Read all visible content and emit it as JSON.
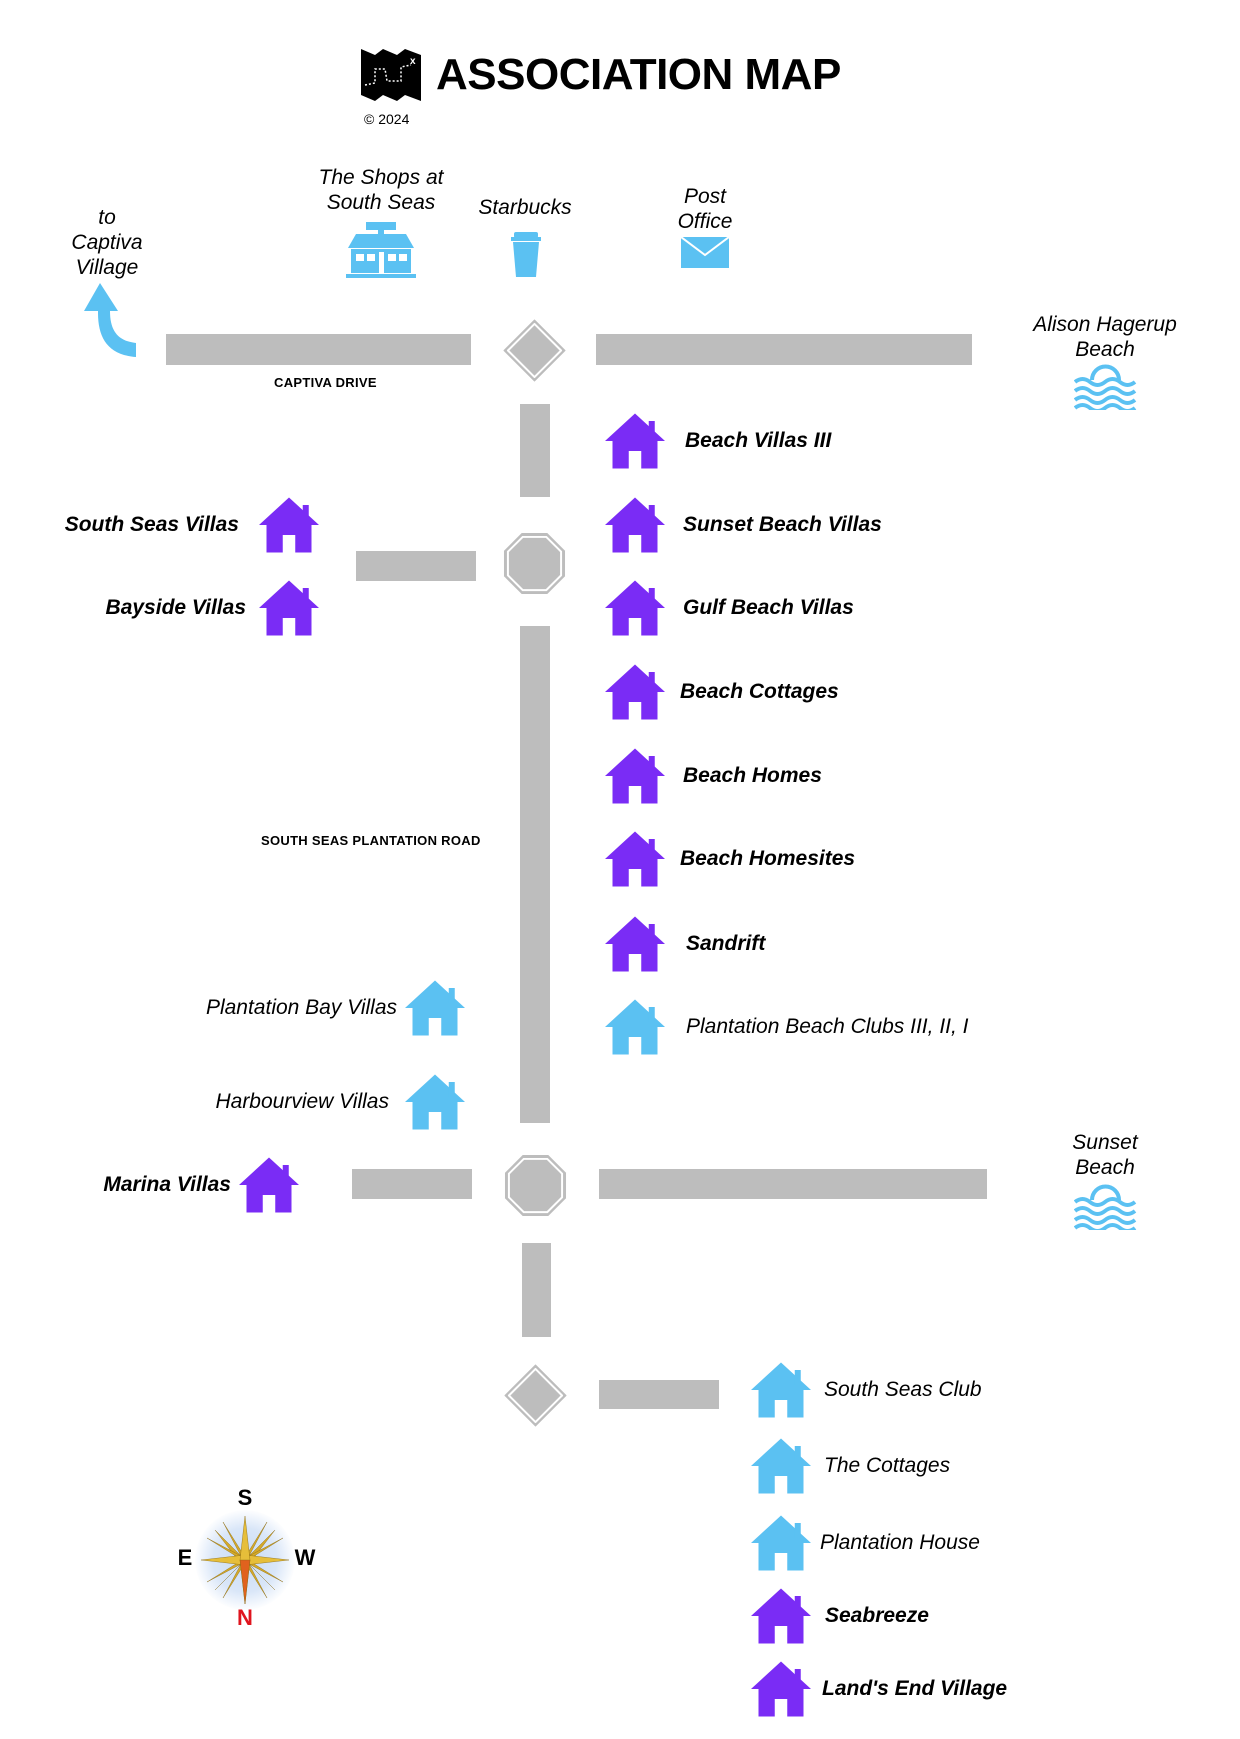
{
  "header": {
    "title": "ASSOCIATION MAP",
    "copyright": "© 2024"
  },
  "colors": {
    "association": "#7a2cf5",
    "other": "#5bc1f2",
    "road": "#bdbdbd",
    "north": "#e0141e"
  },
  "points_of_interest": {
    "captiva": {
      "line1": "to",
      "line2": "Captiva",
      "line3": "Village",
      "icon": "arrow-turn-icon"
    },
    "shops": {
      "line1": "The Shops at",
      "line2": "South Seas",
      "icon": "storefront-icon"
    },
    "starbucks": {
      "label": "Starbucks",
      "icon": "coffee-cup-icon"
    },
    "post_office": {
      "line1": "Post",
      "line2": "Office",
      "icon": "envelope-icon"
    },
    "alison_beach": {
      "line1": "Alison Hagerup",
      "line2": "Beach",
      "icon": "beach-waves-icon"
    },
    "sunset_beach": {
      "line1": "Sunset",
      "line2": "Beach",
      "icon": "beach-waves-icon"
    }
  },
  "roads": {
    "captiva_drive": "CAPTIVA DRIVE",
    "plantation_road": "SOUTH SEAS PLANTATION ROAD"
  },
  "properties": [
    {
      "name": "Beach Villas III",
      "type": "association"
    },
    {
      "name": "Sunset Beach Villas",
      "type": "association"
    },
    {
      "name": "Gulf Beach Villas",
      "type": "association"
    },
    {
      "name": "Beach Cottages",
      "type": "association"
    },
    {
      "name": "Beach Homes",
      "type": "association"
    },
    {
      "name": "Beach Homesites",
      "type": "association"
    },
    {
      "name": "Sandrift",
      "type": "association"
    },
    {
      "name": "Plantation Beach Clubs III, II, I",
      "type": "other"
    },
    {
      "name": "South Seas Villas",
      "type": "association"
    },
    {
      "name": "Bayside Villas",
      "type": "association"
    },
    {
      "name": "Plantation Bay Villas",
      "type": "other"
    },
    {
      "name": "Harbourview Villas",
      "type": "other"
    },
    {
      "name": "Marina Villas",
      "type": "association"
    },
    {
      "name": "South Seas Club",
      "type": "other"
    },
    {
      "name": "The Cottages",
      "type": "other"
    },
    {
      "name": "Plantation House",
      "type": "other"
    },
    {
      "name": "Seabreeze",
      "type": "association"
    },
    {
      "name": "Land's End Village",
      "type": "association"
    }
  ],
  "compass": {
    "top": "S",
    "bottom": "N",
    "left": "E",
    "right": "W"
  }
}
